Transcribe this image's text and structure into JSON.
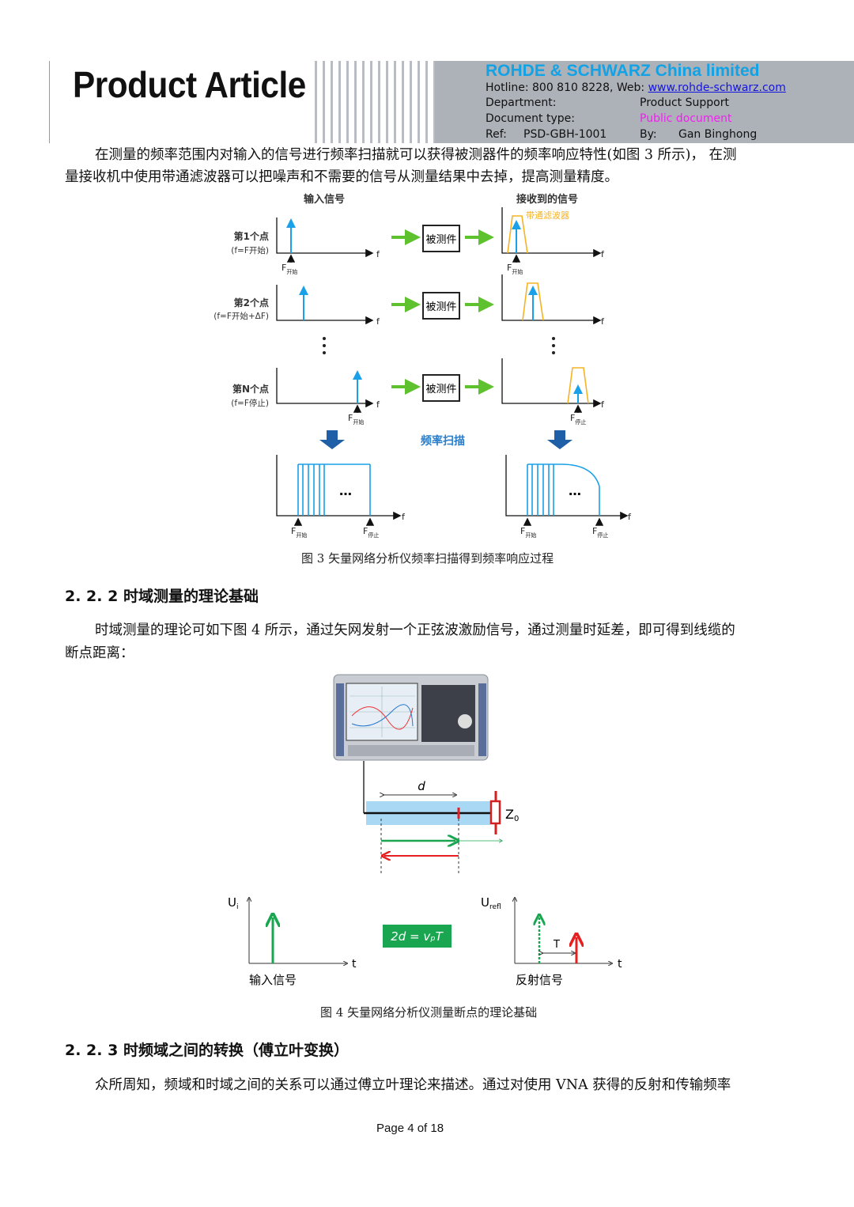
{
  "header": {
    "title": "Product Article",
    "company": "ROHDE & SCHWARZ China limited",
    "hotline_label": "Hotline:  800  810  8228,  Web: ",
    "web": "www.rohde-schwarz.com",
    "department_label": "Department:",
    "department": "Product Support",
    "doctype_label": "Document type:",
    "doctype": "Public document",
    "ref_label": "Ref:",
    "ref": "PSD-GBH-1001",
    "by_label": "By:",
    "by": "Gan Binghong"
  },
  "para1": {
    "line1": "在测量的频率范围内对输入的信号进行频率扫描就可以获得被测器件的频率响应特性(如图 3 所示)， 在测",
    "line2": "量接收机中使用带通滤波器可以把噪声和不需要的信号从测量结果中去掉，提高测量精度。"
  },
  "fig3": {
    "input_title": "输入信号",
    "output_title": "接收到的信号",
    "bandpass": "带通滤波器",
    "points": [
      {
        "label": "第1个点",
        "formula": "(f=F开始)"
      },
      {
        "label": "第2个点",
        "formula": "(f=F开始+ΔF)"
      },
      {
        "label": "第N个点",
        "formula": "(f=F停止)"
      }
    ],
    "dut": "被测件",
    "f": "f",
    "F": "F",
    "start_sub": "开始",
    "stop_sub": "停止",
    "sweep": "频率扫描",
    "ellipsis": "…",
    "caption": "图 3  矢量网络分析仪频率扫描得到频率响应过程"
  },
  "section222": {
    "heading": "2. 2. 2  时域测量的理论基础",
    "line1": "时域测量的理论可如下图 4 所示，通过矢网发射一个正弦波激励信号，通过测量时延差，即可得到线缆的",
    "line2": "断点距离："
  },
  "fig4": {
    "d": "d",
    "z0": "Z",
    "z0_sub": "0",
    "ui": "U",
    "ui_sub": "i",
    "urefl": "U",
    "urefl_sub": "refl",
    "t": "t",
    "T": "T",
    "equation": "2d = vₚT",
    "input_label": "输入信号",
    "reflect_label": "反射信号",
    "caption": "图 4  矢量网络分析仪测量断点的理论基础"
  },
  "section223": {
    "heading": "2. 2. 3  时频域之间的转换（傅立叶变换）",
    "line1": "众所周知，频域和时域之间的关系可以通过傅立叶理论来描述。通过对使用  VNA  获得的反射和传输频率"
  },
  "footer": {
    "page": "Page 4 of 18"
  },
  "colors": {
    "brand_blue": "#12a2e6",
    "signal_blue": "#18a0e8",
    "green": "#5ec12e",
    "filter_orange": "#f5b324",
    "magenta": "#ee22ee"
  }
}
